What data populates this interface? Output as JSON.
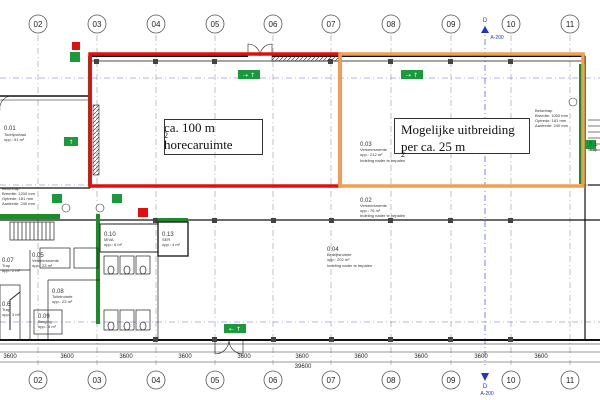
{
  "grid": {
    "labels": [
      "02",
      "03",
      "04",
      "05",
      "06",
      "07",
      "08",
      "09",
      "10",
      "11"
    ]
  },
  "dimensions": {
    "bays": [
      "3600",
      "3600",
      "3600",
      "3600",
      "3600",
      "3600",
      "3600",
      "3600",
      "3600",
      "3600"
    ],
    "total": "39600"
  },
  "section_marker": {
    "top": "D",
    "top_sub": "A-200",
    "bottom": "D",
    "bottom_sub": "A-200"
  },
  "callouts": {
    "horeca": {
      "line1": "ca. 100 m",
      "sup": "2",
      "line2": "horecaruimte"
    },
    "extension": {
      "line1": "Mogelijke uitbreiding",
      "line2": "per ca. 25 m",
      "sup": "2"
    }
  },
  "rooms": [
    {
      "number": "0.01",
      "name": "Tochtportaal",
      "area": "opp.: 51 m²"
    },
    {
      "number": "0.03",
      "name": "Verkeersruimte",
      "area": "opp.: 212 m²",
      "note": "Indeling nader te bepalen"
    },
    {
      "number": "0.02",
      "name": "Verkeersruimte",
      "area": "opp.: 76 m²",
      "note": "Indeling nader te bepalen"
    },
    {
      "number": "0.04",
      "name": "Bedrijfsruimte",
      "area": "opp.: 202 m²",
      "note": "Indeling nader te bepalen"
    },
    {
      "number": "0.05",
      "name": "Verkeersruimte",
      "area": "opp.: 23 m²"
    },
    {
      "number": "0.07",
      "name": "Trap",
      "area": "opp.: 2 m²"
    },
    {
      "number": "0.08",
      "name": "Toiletruimte",
      "area": "opp.: 23 m²"
    },
    {
      "number": "0.09",
      "name": "Berging",
      "area": "opp.: 4 m²"
    },
    {
      "number": "0.10",
      "name": "MIVA",
      "area": "opp.: 6 m²"
    },
    {
      "number": "0.13",
      "name": "SER",
      "area": "opp.: 4 m²"
    },
    {
      "number": "0.6",
      "name": "Trap",
      "area": "opp.: 3 m²"
    },
    {
      "number": "0.1",
      "name": "Trap",
      "area": ""
    }
  ],
  "stairs": [
    {
      "title": "Betontrap",
      "width": "Breedte: 1200 mm",
      "rise": "Optrede: 181 mm",
      "tread": "Aantrede: 240 mm"
    },
    {
      "title": "Betontrap",
      "width": "Breedte: 1000 mm",
      "rise": "Optrede: 181 mm",
      "tread": "Aantrede: 240 mm"
    }
  ],
  "colors": {
    "horeca_outline": "#e01010",
    "extension_outline": "#f0a050",
    "wall_green": "#1f8a2a",
    "exit_sign": "#1a9a3a",
    "marker_blue": "#2233cc",
    "grid_line": "#888888"
  }
}
